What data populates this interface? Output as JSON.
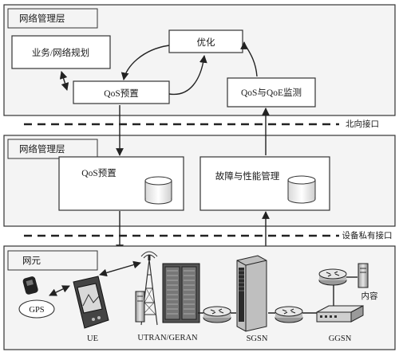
{
  "layers": {
    "top": {
      "title": "网络管理层"
    },
    "middle": {
      "title": "网络管理层"
    },
    "bottom": {
      "title": "网元"
    }
  },
  "boxes": {
    "business_planning": "业务/网络规划",
    "optimization": "优化",
    "qos_provision_top": "QoS预置",
    "qos_qoe_monitor": "QoS与QoE监测",
    "qos_provision_mid": "QoS预置",
    "fault_perf_mgmt": "故障与性能管理"
  },
  "interfaces": {
    "northbound": "北向接口",
    "device_private": "设备私有接口"
  },
  "devices": {
    "gps": "GPS",
    "ue": "UE",
    "utran_geran": "UTRAN/GERAN",
    "sgsn": "SGSN",
    "ggsn": "GGSN",
    "content": "内容"
  }
}
